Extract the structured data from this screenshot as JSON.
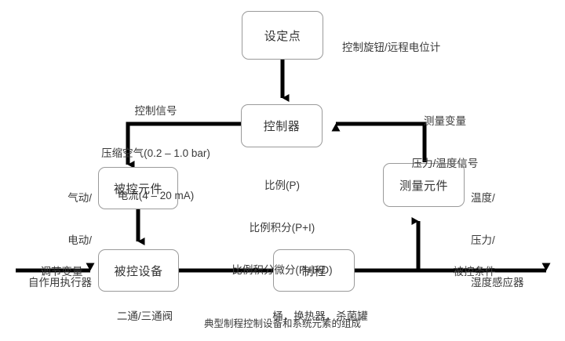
{
  "diagram": {
    "caption": "典型制程控制设备和系统元素的组成",
    "nodes": {
      "setpoint": "设定点",
      "controller": "控制器",
      "controlled_element": "被控元件",
      "measuring_element": "测量元件",
      "controlled_equipment": "被控设备",
      "process": "制程"
    },
    "labels": {
      "setpoint_note": "控制旋钮/远程电位计",
      "control_signal_line1": "控制信号",
      "control_signal_line2": "压缩空气(0.2 – 1.0 bar)",
      "control_signal_line3": "电流(4 – 20 mA)",
      "measured_variable_line1": "测量变量",
      "measured_variable_line2": "压力/温度信号",
      "controller_modes_line1": "比例(P)",
      "controller_modes_line2": "比例积分(P+I)",
      "controller_modes_line3": "比例积分微分(P+I+D)",
      "actuator_line1": "气动/",
      "actuator_line2": "电动/",
      "actuator_line3": "自作用执行器",
      "sensor_line1": "温度/",
      "sensor_line2": "压力/",
      "sensor_line3": "湿度感应器",
      "manipulated_variable": "调节变量",
      "valve_note": "二通/三通阀",
      "process_note": "桶，换热器，杀菌罐",
      "controlled_condition": "被控条件"
    },
    "colors": {
      "wire": "#000000",
      "box_border": "#9a9a9a",
      "text": "#333333",
      "background": "#ffffff"
    }
  }
}
